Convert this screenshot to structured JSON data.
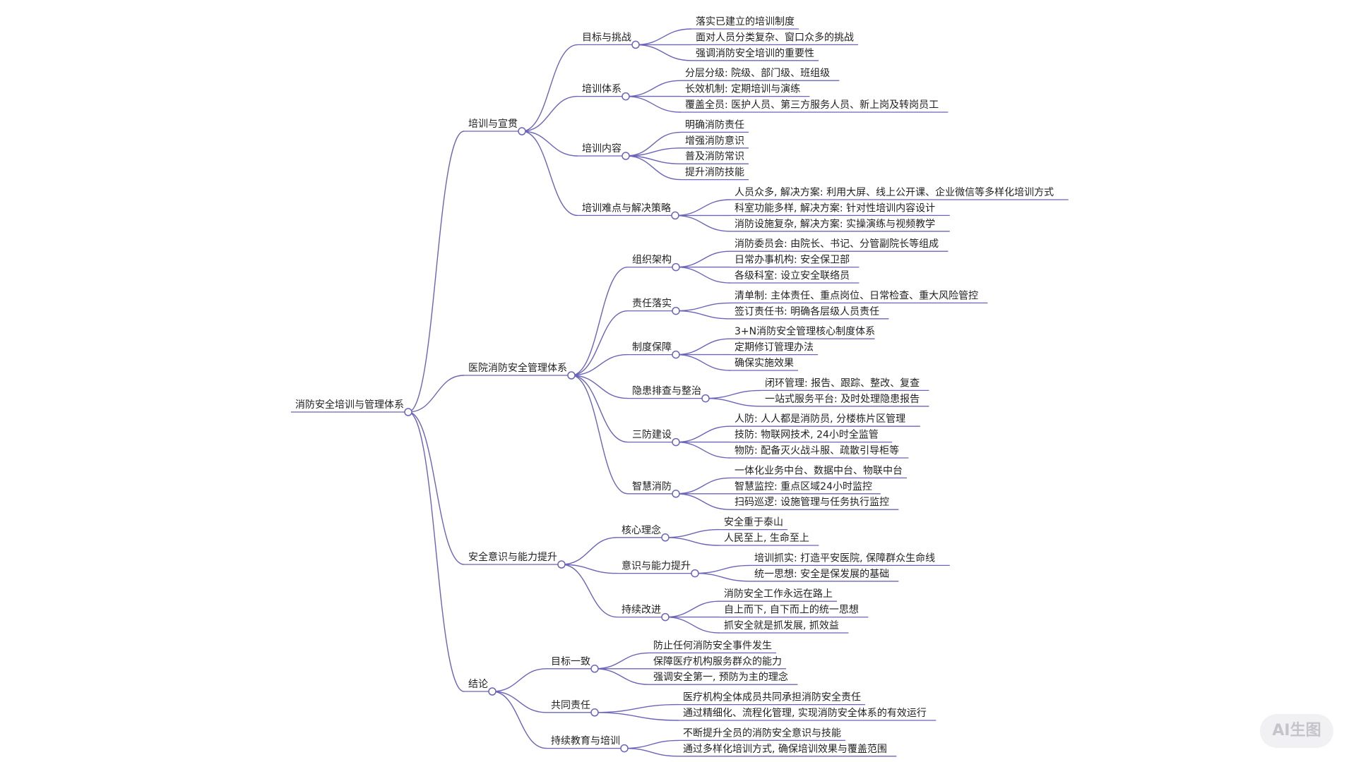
{
  "colors": {
    "line": "#6b64b8",
    "node_fill": "#ffffff",
    "text": "#222222"
  },
  "watermark": "AI生图",
  "mindmap": {
    "label": "消防安全培训与管理体系",
    "children": [
      {
        "label": "培训与宣贯",
        "children": [
          {
            "label": "目标与挑战",
            "children": [
              {
                "label": "落实已建立的培训制度"
              },
              {
                "label": "面对人员分类复杂、窗口众多的挑战"
              },
              {
                "label": "强调消防安全培训的重要性"
              }
            ]
          },
          {
            "label": "培训体系",
            "children": [
              {
                "label": "分层分级: 院级、部门级、班组级"
              },
              {
                "label": "长效机制: 定期培训与演练"
              },
              {
                "label": "覆盖全员: 医护人员、第三方服务人员、新上岗及转岗员工"
              }
            ]
          },
          {
            "label": "培训内容",
            "children": [
              {
                "label": "明确消防责任"
              },
              {
                "label": "增强消防意识"
              },
              {
                "label": "普及消防常识"
              },
              {
                "label": "提升消防技能"
              }
            ]
          },
          {
            "label": "培训难点与解决策略",
            "children": [
              {
                "label": "人员众多, 解决方案: 利用大屏、线上公开课、企业微信等多样化培训方式"
              },
              {
                "label": "科室功能多样, 解决方案: 针对性培训内容设计"
              },
              {
                "label": "消防设施复杂, 解决方案: 实操演练与视频教学"
              }
            ]
          }
        ]
      },
      {
        "label": "医院消防安全管理体系",
        "children": [
          {
            "label": "组织架构",
            "children": [
              {
                "label": "消防委员会: 由院长、书记、分管副院长等组成"
              },
              {
                "label": "日常办事机构: 安全保卫部"
              },
              {
                "label": "各级科室: 设立安全联络员"
              }
            ]
          },
          {
            "label": "责任落实",
            "children": [
              {
                "label": "清单制: 主体责任、重点岗位、日常检查、重大风险管控"
              },
              {
                "label": "签订责任书: 明确各层级人员责任"
              }
            ]
          },
          {
            "label": "制度保障",
            "children": [
              {
                "label": "3+N消防安全管理核心制度体系"
              },
              {
                "label": "定期修订管理办法"
              },
              {
                "label": "确保实施效果"
              }
            ]
          },
          {
            "label": "隐患排查与整治",
            "children": [
              {
                "label": "闭环管理: 报告、跟踪、整改、复查"
              },
              {
                "label": "一站式服务平台: 及时处理隐患报告"
              }
            ]
          },
          {
            "label": "三防建设",
            "children": [
              {
                "label": "人防: 人人都是消防员, 分楼栋片区管理"
              },
              {
                "label": "技防: 物联网技术, 24小时全监管"
              },
              {
                "label": "物防: 配备灭火战斗服、疏散引导柜等"
              }
            ]
          },
          {
            "label": "智慧消防",
            "children": [
              {
                "label": "一体化业务中台、数据中台、物联中台"
              },
              {
                "label": "智慧监控: 重点区域24小时监控"
              },
              {
                "label": "扫码巡逻: 设施管理与任务执行监控"
              }
            ]
          }
        ]
      },
      {
        "label": "安全意识与能力提升",
        "children": [
          {
            "label": "核心理念",
            "children": [
              {
                "label": "安全重于泰山"
              },
              {
                "label": "人民至上, 生命至上"
              }
            ]
          },
          {
            "label": "意识与能力提升",
            "children": [
              {
                "label": "培训抓实: 打造平安医院, 保障群众生命线"
              },
              {
                "label": "统一思想: 安全是保发展的基础"
              }
            ]
          },
          {
            "label": "持续改进",
            "children": [
              {
                "label": "消防安全工作永远在路上"
              },
              {
                "label": "自上而下, 自下而上的统一思想"
              },
              {
                "label": "抓安全就是抓发展, 抓效益"
              }
            ]
          }
        ]
      },
      {
        "label": "结论",
        "children": [
          {
            "label": "目标一致",
            "children": [
              {
                "label": "防止任何消防安全事件发生"
              },
              {
                "label": "保障医疗机构服务群众的能力"
              },
              {
                "label": "强调安全第一, 预防为主的理念"
              }
            ]
          },
          {
            "label": "共同责任",
            "children": [
              {
                "label": "医疗机构全体成员共同承担消防安全责任"
              },
              {
                "label": "通过精细化、流程化管理, 实现消防安全体系的有效运行"
              }
            ]
          },
          {
            "label": "持续教育与培训",
            "children": [
              {
                "label": "不断提升全员的消防安全意识与技能"
              },
              {
                "label": "通过多样化培训方式, 确保培训效果与覆盖范围"
              }
            ]
          }
        ]
      }
    ]
  }
}
